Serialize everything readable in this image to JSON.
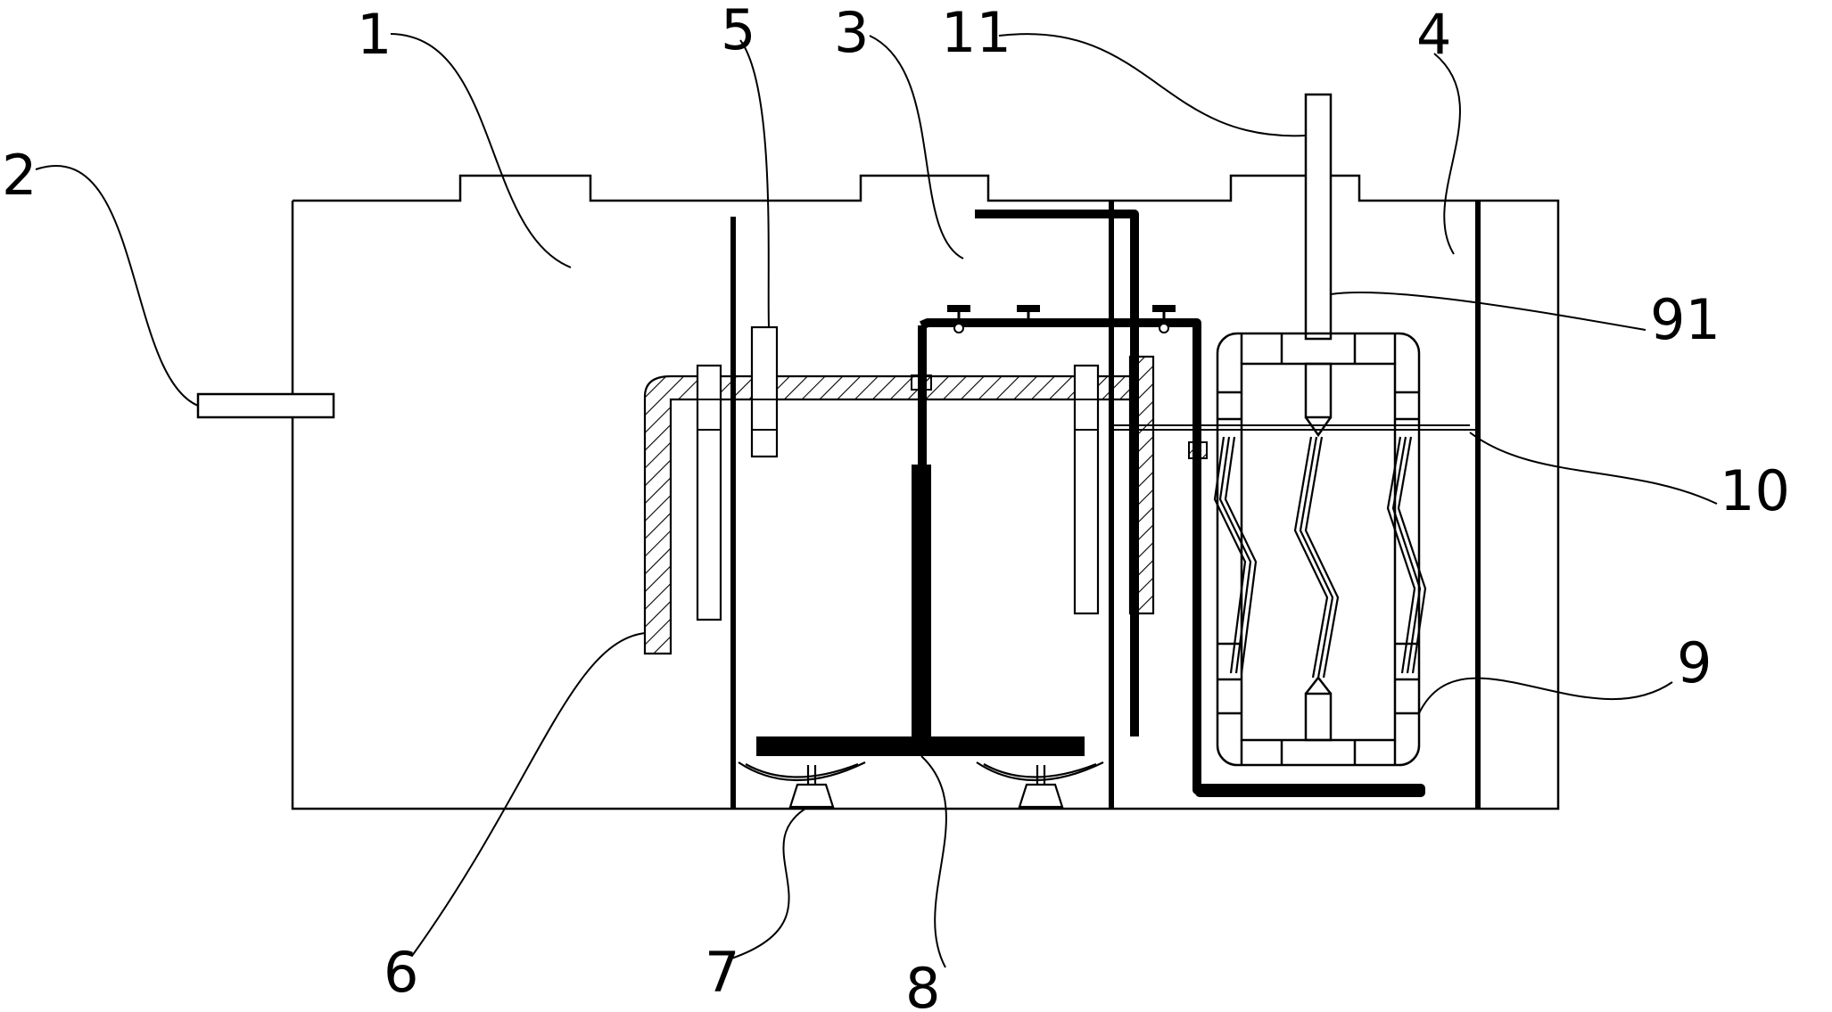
{
  "colors": {
    "line": "#000000",
    "background": "#ffffff"
  },
  "callouts": {
    "c1": "1",
    "c2": "2",
    "c3": "3",
    "c4": "4",
    "c5": "5",
    "c6": "6",
    "c7": "7",
    "c8": "8",
    "c9": "9",
    "c10": "10",
    "c11": "11",
    "c91": "91"
  }
}
